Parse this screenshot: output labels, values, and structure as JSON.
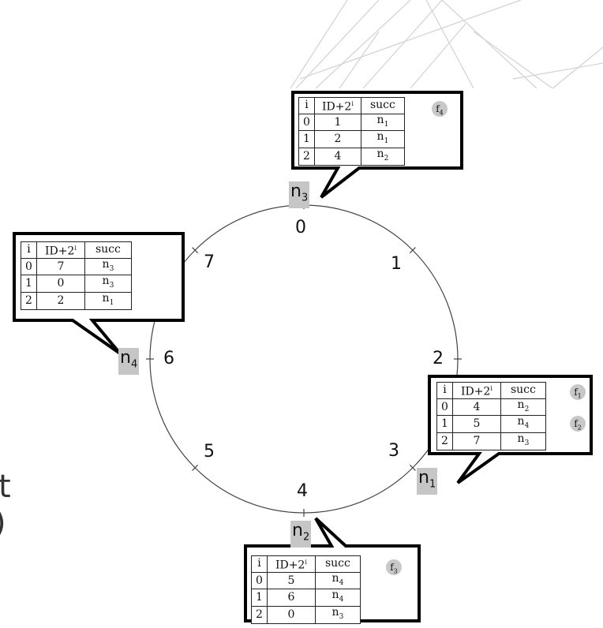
{
  "ring": {
    "ticks": [
      "0",
      "1",
      "2",
      "3",
      "4",
      "5",
      "6",
      "7"
    ]
  },
  "nodes": {
    "n1": {
      "base": "n",
      "sub": "1"
    },
    "n2": {
      "base": "n",
      "sub": "2"
    },
    "n3": {
      "base": "n",
      "sub": "3"
    },
    "n4": {
      "base": "n",
      "sub": "4"
    }
  },
  "table_headers": {
    "i": "i",
    "id": "ID+2",
    "id_sup": "i",
    "succ": "succ"
  },
  "finger_tables": {
    "n3": {
      "rows": [
        {
          "i": "0",
          "id": "1",
          "succ_base": "n",
          "succ_sub": "1"
        },
        {
          "i": "1",
          "id": "2",
          "succ_base": "n",
          "succ_sub": "1"
        },
        {
          "i": "2",
          "id": "4",
          "succ_base": "n",
          "succ_sub": "2"
        }
      ],
      "chips": [
        {
          "base": "f",
          "sub": "4"
        }
      ]
    },
    "n4": {
      "rows": [
        {
          "i": "0",
          "id": "7",
          "succ_base": "n",
          "succ_sub": "3"
        },
        {
          "i": "1",
          "id": "0",
          "succ_base": "n",
          "succ_sub": "3"
        },
        {
          "i": "2",
          "id": "2",
          "succ_base": "n",
          "succ_sub": "1"
        }
      ],
      "chips": []
    },
    "n1": {
      "rows": [
        {
          "i": "0",
          "id": "4",
          "succ_base": "n",
          "succ_sub": "2"
        },
        {
          "i": "1",
          "id": "5",
          "succ_base": "n",
          "succ_sub": "4"
        },
        {
          "i": "2",
          "id": "7",
          "succ_base": "n",
          "succ_sub": "3"
        }
      ],
      "chips": [
        {
          "base": "f",
          "sub": "1"
        },
        {
          "base": "f",
          "sub": "2"
        }
      ]
    },
    "n2": {
      "rows": [
        {
          "i": "0",
          "id": "5",
          "succ_base": "n",
          "succ_sub": "4"
        },
        {
          "i": "1",
          "id": "6",
          "succ_base": "n",
          "succ_sub": "4"
        },
        {
          "i": "2",
          "id": "0",
          "succ_base": "n",
          "succ_sub": "3"
        }
      ],
      "chips": [
        {
          "base": "f",
          "sub": "3"
        }
      ]
    }
  },
  "edge_fragments": {
    "top": "t",
    "bottom": ")"
  },
  "colors": {
    "node_fill": "#c6c6c6",
    "chip_fill": "#c8c8c8",
    "line": "#222222",
    "deco": "#d0d0d0"
  }
}
